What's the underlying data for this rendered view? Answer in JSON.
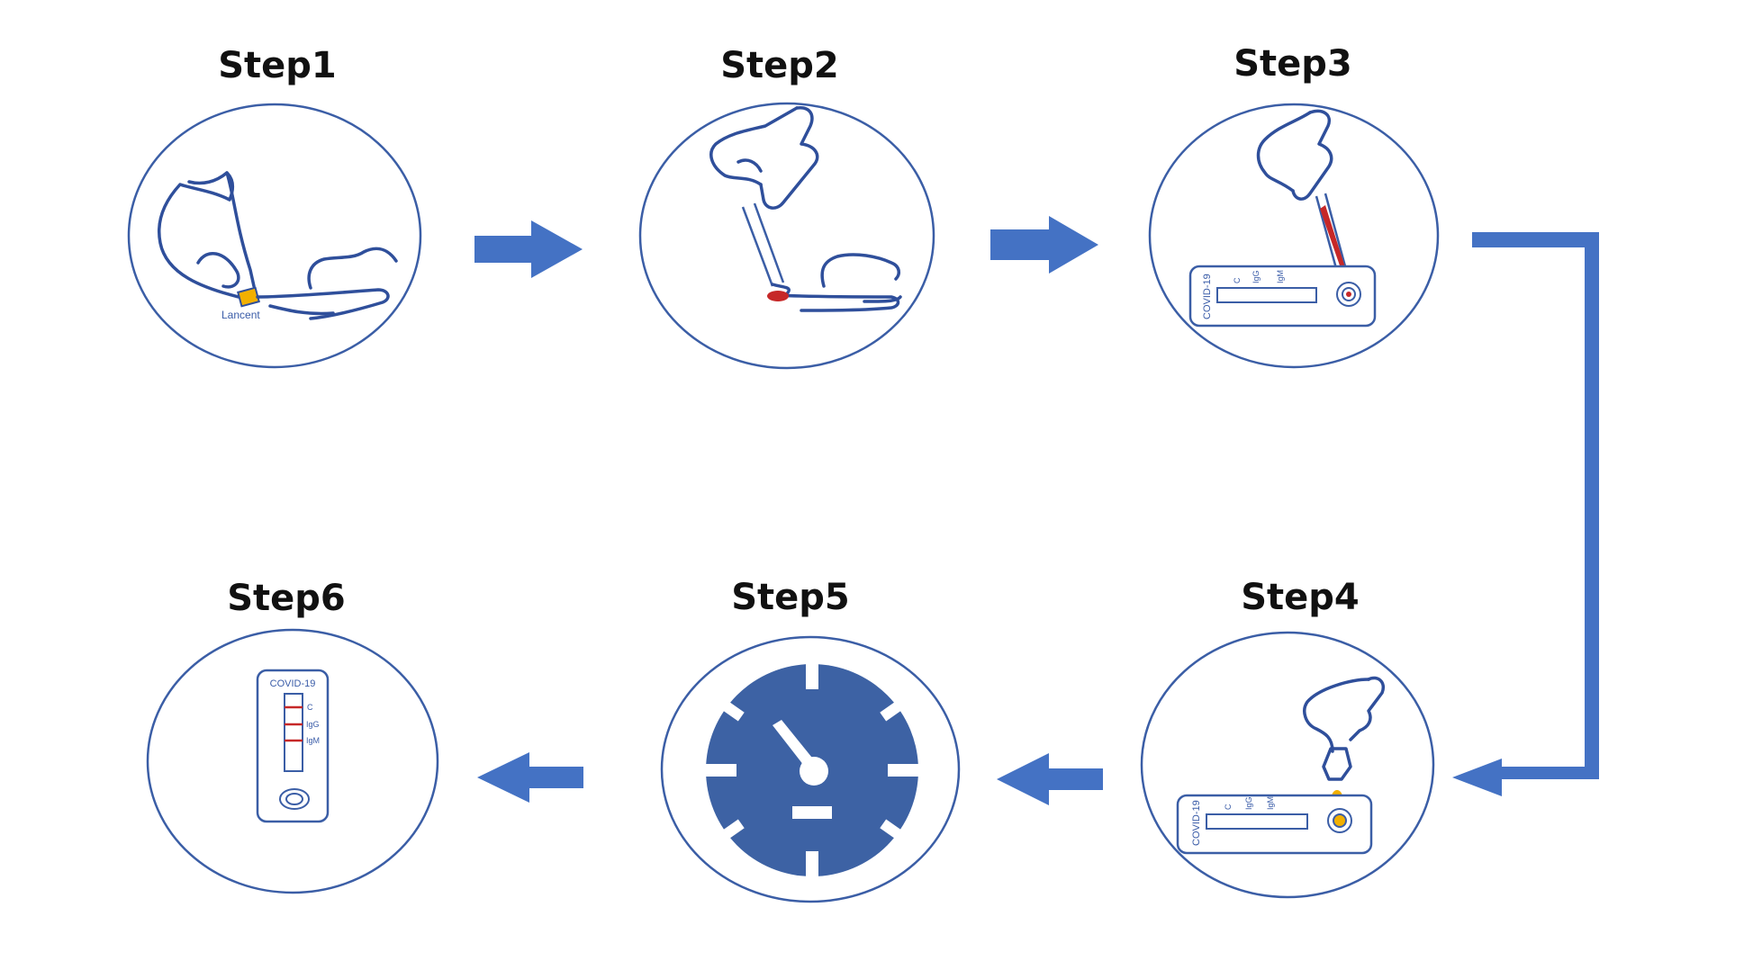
{
  "colors": {
    "accent": "#4472c4",
    "outline": "#3b5ea6",
    "red": "#c62828",
    "yellow": "#f2b000",
    "gauge": "#3d62a4"
  },
  "steps": [
    {
      "title": "Step1",
      "label": "Lancent"
    },
    {
      "title": "Step2"
    },
    {
      "title": "Step3",
      "cassette": {
        "name": "COVID-19",
        "marks": [
          "C",
          "IgG",
          "IgM"
        ]
      }
    },
    {
      "title": "Step4",
      "cassette": {
        "name": "COVID-19",
        "marks": [
          "C",
          "IgG",
          "IgM"
        ]
      }
    },
    {
      "title": "Step5",
      "icon": "stopwatch-icon"
    },
    {
      "title": "Step6",
      "cassette": {
        "name": "COVID-19",
        "marks": [
          "C",
          "IgG",
          "IgM"
        ]
      }
    }
  ]
}
